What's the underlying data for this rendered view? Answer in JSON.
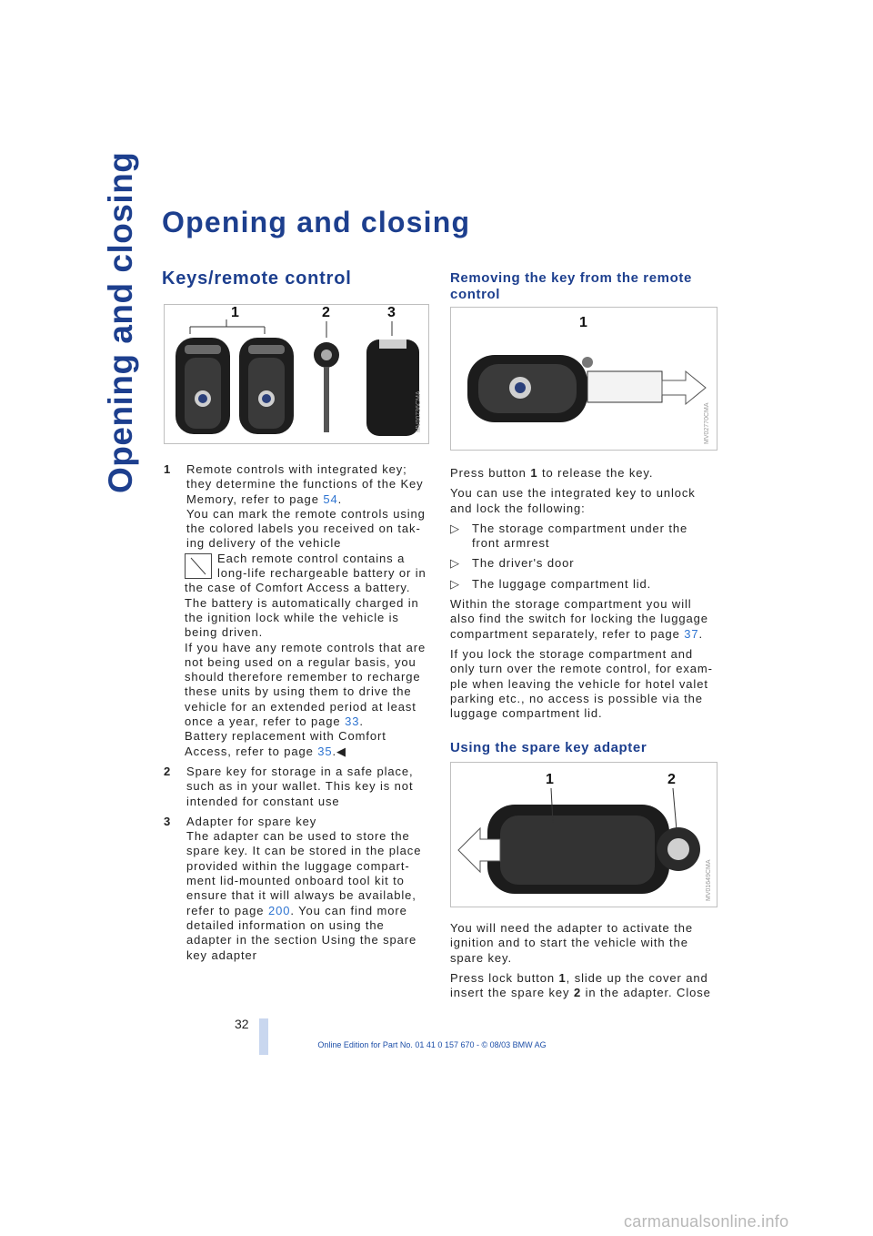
{
  "side_title": "Opening and closing",
  "page_title": "Opening and closing",
  "sections": {
    "keys_heading": "Keys/remote control",
    "remove_heading": "Removing the key from the remote control",
    "adapter_heading": "Using the spare key adapter"
  },
  "figures": {
    "keys": {
      "code": "MV00736CMA",
      "callouts": [
        "1",
        "2",
        "3"
      ]
    },
    "remove": {
      "code": "MV02770CMA",
      "callouts": [
        "1"
      ]
    },
    "adapter": {
      "code": "MV01649CMA",
      "callouts": [
        "1",
        "2"
      ]
    }
  },
  "left_column": {
    "item1": {
      "num": "1",
      "text_a": "Remote controls with integrated key; they determine the functions of the Key Memory, refer to page ",
      "link_a": "54",
      "text_b": ".",
      "text_c": "You can mark the remote controls using the colored labels you received on tak-ing delivery of the vehicle",
      "note_a": "Each remote control contains a long-life rechargeable battery or in the case of Comfort Access a battery. The battery is automatically charged in the ignition lock while the vehicle is being driven.",
      "note_b": "If you have any remote controls that are not being used on a regular basis, you should therefore remember to recharge these units by using them to drive the vehicle for an extended period at least once a year, refer to page ",
      "link_b": "33",
      "note_c": ".",
      "note_d": "Battery replacement with Comfort Access, refer to page ",
      "link_c": "35",
      "note_end": ".◀"
    },
    "item2": {
      "num": "2",
      "text": "Spare key for storage in a safe place, such as in your wallet. This key is not intended for constant use"
    },
    "item3": {
      "num": "3",
      "text_a": "Adapter for spare key",
      "text_b": "The adapter can be used to store the spare key. It can be stored in the place provided within the luggage compart-ment lid-mounted onboard tool kit to ensure that it will always be available, refer to page ",
      "link": "200",
      "text_c": ". You can find more detailed information on using the adapter in the section Using the spare key adapter"
    }
  },
  "right_column": {
    "press_button": "Press button ",
    "press_button_num": "1",
    "press_button_end": " to release the key.",
    "use_key": "You can use the integrated key to unlock and lock the following:",
    "bullets": [
      "The storage compartment under the front armrest",
      "The driver's door",
      "The luggage compartment lid."
    ],
    "bullet_mark": "▷",
    "within_a": "Within the storage compartment you will also find the switch for locking the luggage compartment separately, refer to page ",
    "within_link": "37",
    "within_b": ".",
    "if_lock": "If you lock the storage compartment and only turn over the remote control, for exam-ple when leaving the vehicle for hotel valet parking etc., no access is possible via the luggage compartment lid.",
    "adapter_need": "You will need the adapter to activate the ignition and to start the vehicle with the spare key.",
    "press_lock_a": "Press lock button ",
    "press_lock_num1": "1",
    "press_lock_b": ", slide up the cover and insert the spare key ",
    "press_lock_num2": "2",
    "press_lock_c": " in the adapter. Close"
  },
  "footer": {
    "page_number": "32",
    "edition": "Online Edition for Part No. 01 41 0 157 670 - © 08/03 BMW AG",
    "watermark": "carmanualsonline.info"
  },
  "colors": {
    "accent": "#1d3f8e",
    "link": "#2e74d1",
    "footer_bar": "#c9d7ef"
  }
}
